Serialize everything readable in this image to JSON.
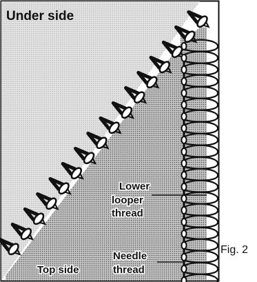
{
  "labels": {
    "under_side": "Under side",
    "top_side": "Top side",
    "lower_looper_line1": "Lower",
    "lower_looper_line2": "looper",
    "lower_looper_line3": "thread",
    "needle_line1": "Needle",
    "needle_line2": "thread",
    "figure_ref": "Fig. 2"
  },
  "colors": {
    "ink": "#111111",
    "fabric_under": "#d9d9d9",
    "fabric_top": "#bdbdbd",
    "paper": "#ffffff"
  }
}
